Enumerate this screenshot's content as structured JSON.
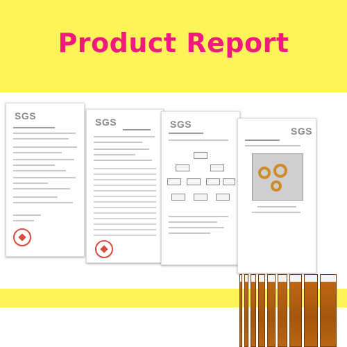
{
  "colors": {
    "band": "#fff35a",
    "title": "#f0197d",
    "logo": "#8a8a8a"
  },
  "header": {
    "title": "Product Report"
  },
  "documents": [
    {
      "logo": "SGS",
      "type": "test-report"
    },
    {
      "logo": "SGS",
      "type": "test-results-table"
    },
    {
      "logo": "SGS",
      "type": "flow-chart"
    },
    {
      "logo": "SGS",
      "type": "sample-photo"
    }
  ],
  "tapes": {
    "count": 9,
    "label_icon": "tape-roll-label"
  }
}
